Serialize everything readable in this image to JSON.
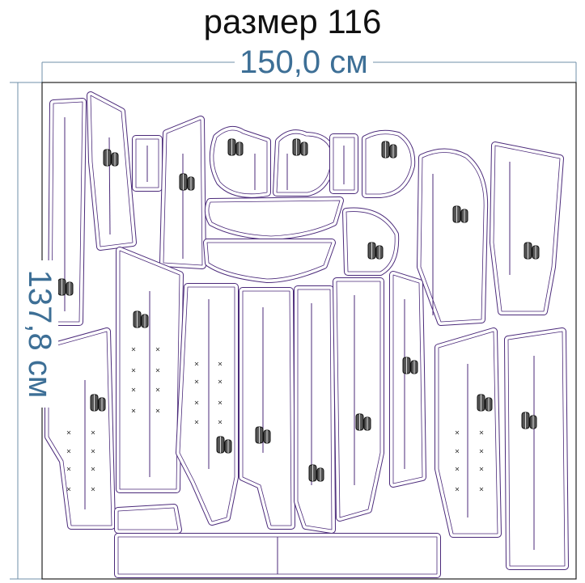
{
  "title": "размер 116",
  "dimensions": {
    "width_label": "150,0 см",
    "height_label": "137,8 см"
  },
  "colors": {
    "dimension": "#3d6f96",
    "piece_outline": "#4b2a7a",
    "sheet_border": "#222222"
  }
}
